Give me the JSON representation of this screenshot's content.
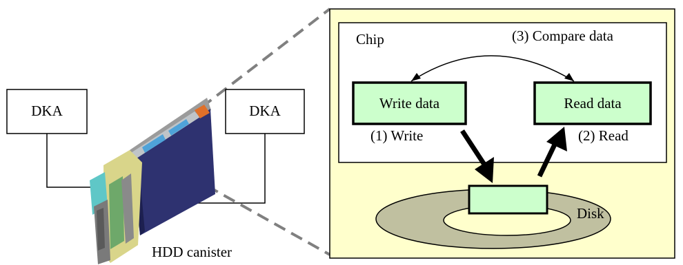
{
  "left": {
    "dka_left_label": "DKA",
    "dka_right_label": "DKA",
    "hdd_label": "HDD canister"
  },
  "panel": {
    "chip_label": "Chip",
    "compare_label": "(3) Compare data",
    "write_box_label": "Write data",
    "read_box_label": "Read data",
    "write_step_label": "(1) Write",
    "read_step_label": "(2) Read",
    "disk_label": "Disk"
  },
  "colors": {
    "panel_fill": "#ffffcc",
    "box_fill": "#ccffcc",
    "disk_fill": "#c0c0a0",
    "callout_line": "#808080",
    "hdd_body": "#2e3270",
    "hdd_side": "#9b9b9b",
    "hdd_accent_top": "#4fa3d9",
    "hdd_accent_orange": "#e0702a",
    "hdd_teal": "#5fc7c7",
    "hdd_green": "#6ea86a"
  },
  "icons": {
    "hdd": "hdd-canister-icon",
    "disk": "disk-platter-icon"
  }
}
